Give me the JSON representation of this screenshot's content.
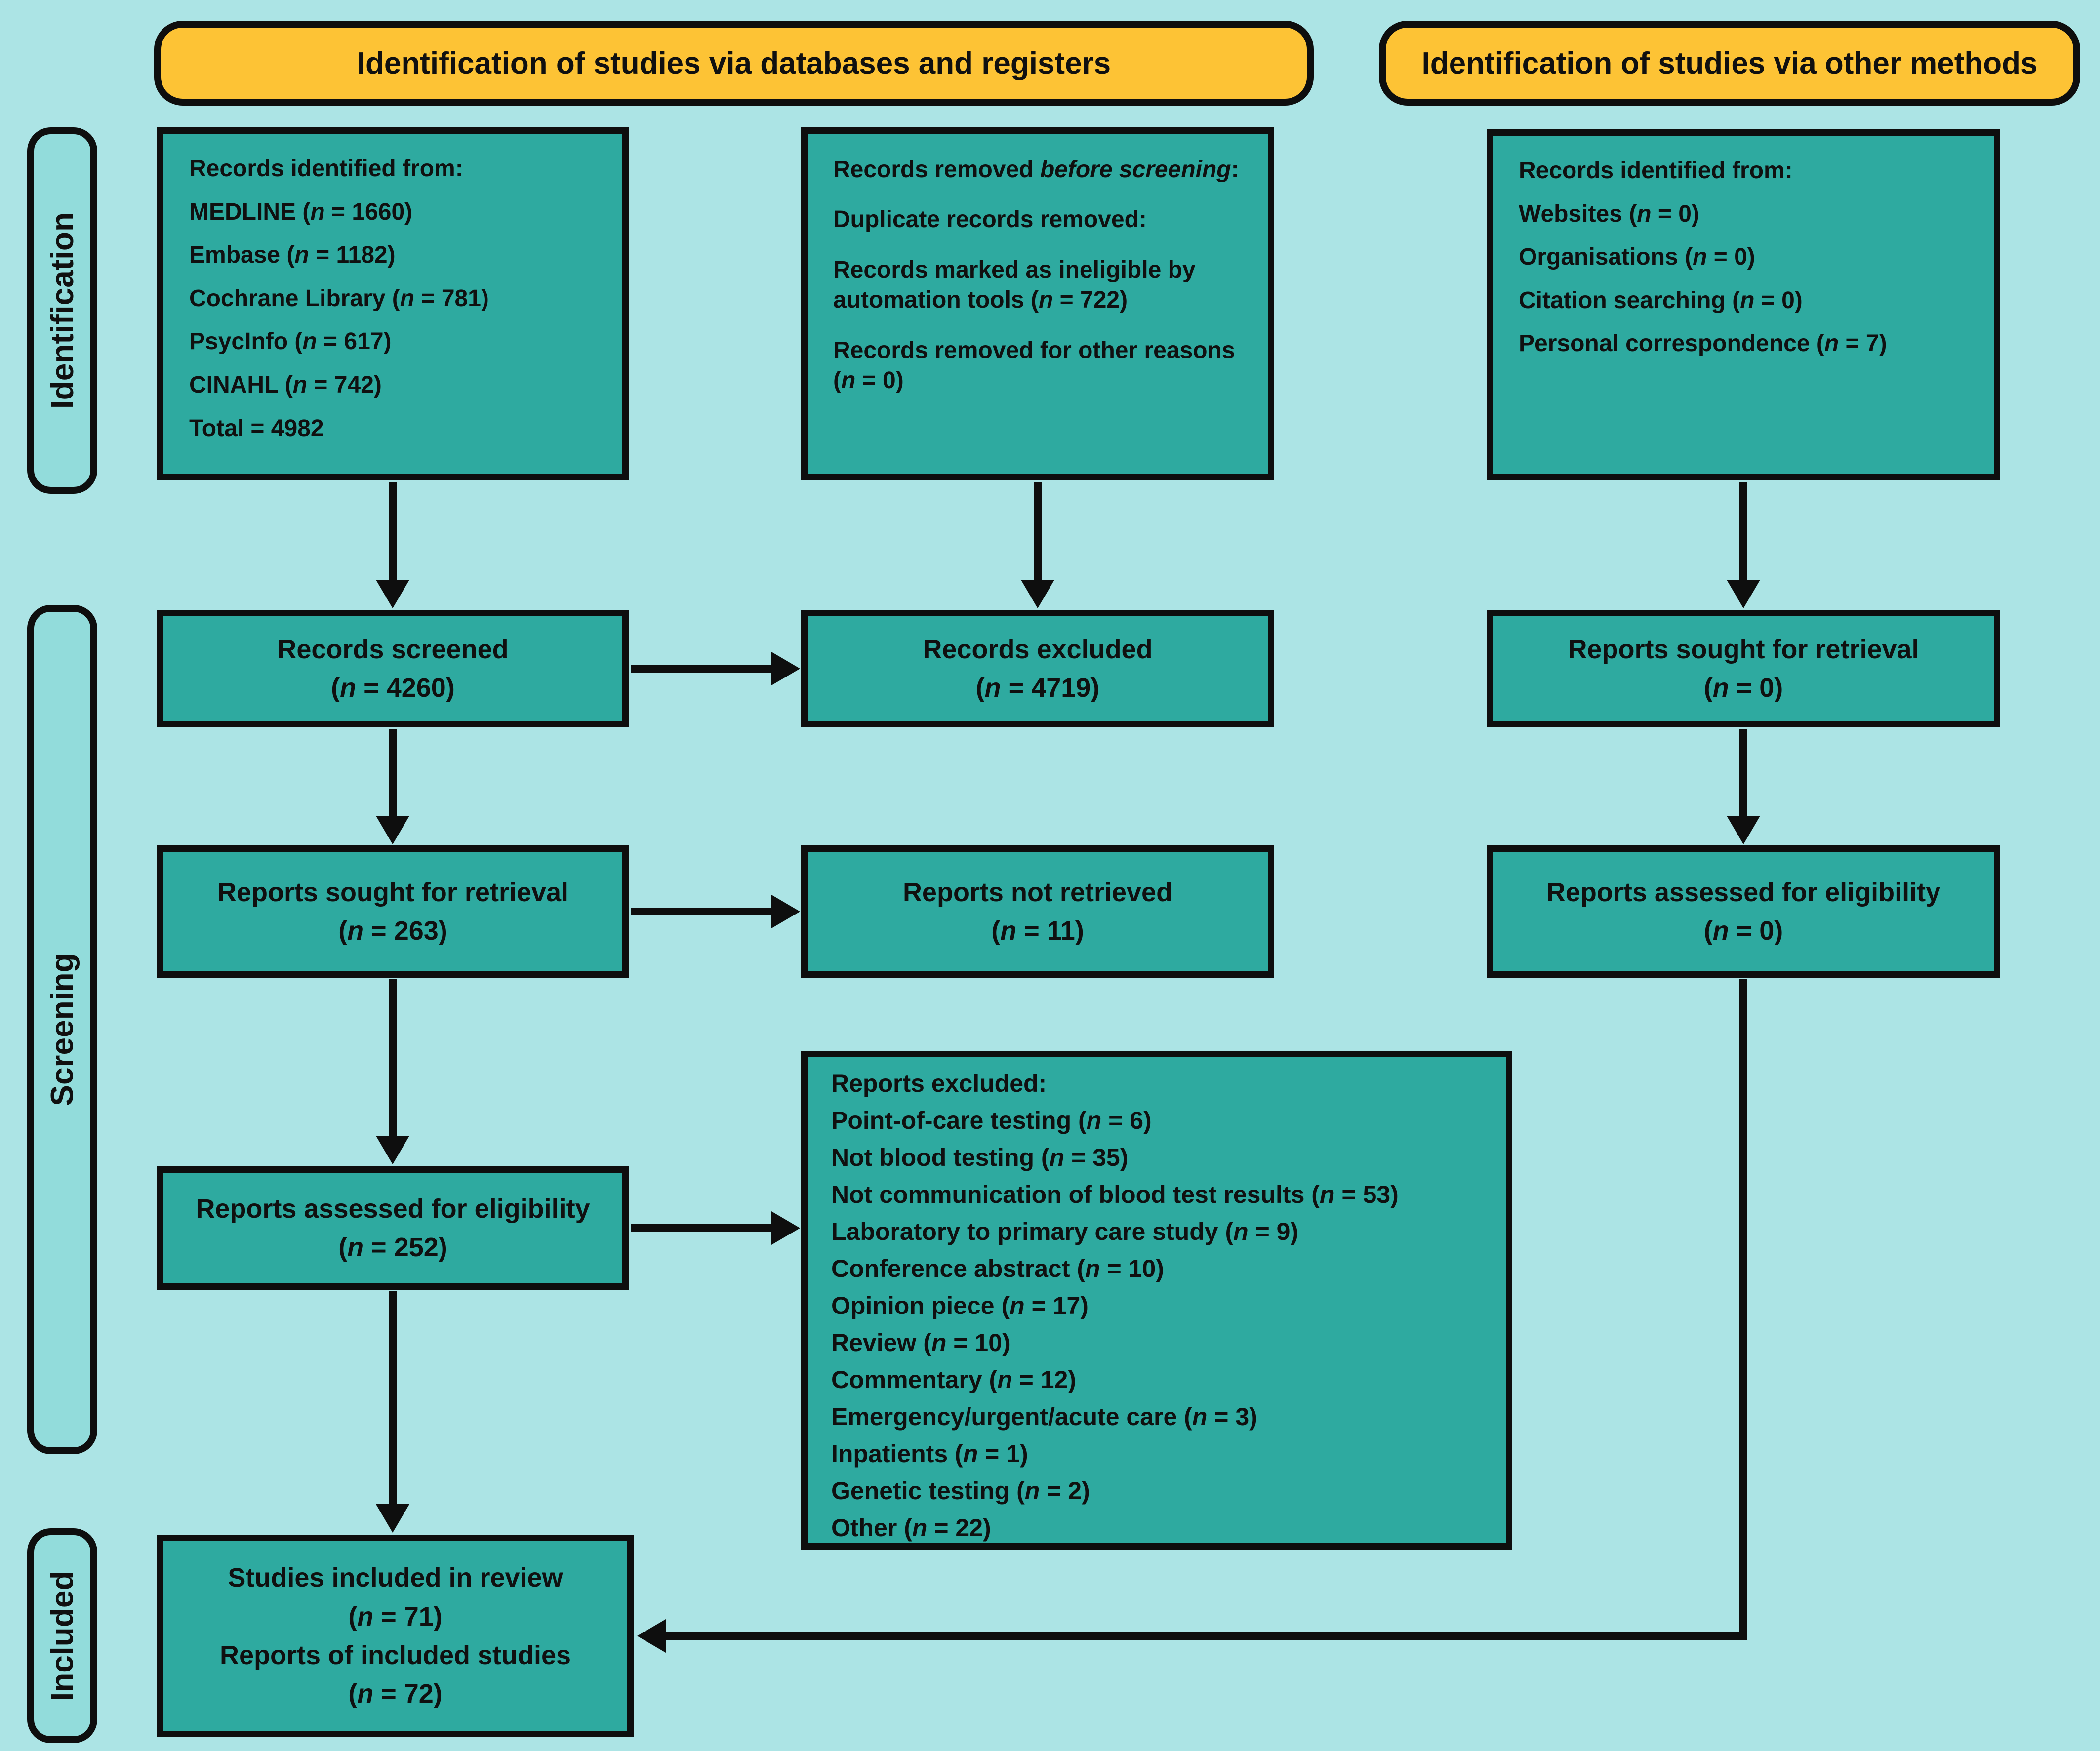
{
  "colors": {
    "background": "#ace4e5",
    "box_fill": "#2eaaa0",
    "header_fill": "#fdc335",
    "side_label_fill": "#92dcdb",
    "border": "#0e0e0e"
  },
  "headers": {
    "databases": "Identification of studies via databases and registers",
    "other": "Identification of studies via other methods"
  },
  "side_labels": {
    "identification": "Identification",
    "screening": "Screening",
    "included": "Included"
  },
  "boxes": {
    "records_identified_db": {
      "lines": [
        "Records identified from:",
        "MEDLINE (n = 1660)",
        "Embase (n = 1182)",
        "Cochrane Library (n = 781)",
        "PsycInfo (n = 617)",
        "CINAHL (n = 742)",
        "Total = 4982"
      ]
    },
    "records_removed": {
      "lines": [
        "Records removed before screening:",
        "Duplicate records removed:",
        "Records marked as ineligible by automation tools (n = 722)",
        "Records removed for other reasons (n = 0)"
      ]
    },
    "records_identified_other": {
      "lines": [
        "Records identified from:",
        "Websites (n = 0)",
        "Organisations (n = 0)",
        "Citation searching (n = 0)",
        "Personal correspondence (n = 7)"
      ]
    },
    "records_screened": {
      "lines": [
        "Records screened",
        "(n = 4260)"
      ]
    },
    "records_excluded": {
      "lines": [
        "Records excluded",
        "(n = 4719)"
      ]
    },
    "reports_sought_other": {
      "lines": [
        "Reports sought for retrieval",
        "(n = 0)"
      ]
    },
    "reports_sought_db": {
      "lines": [
        "Reports sought for retrieval",
        "(n = 263)"
      ]
    },
    "reports_not_retrieved": {
      "lines": [
        "Reports not retrieved",
        "(n = 11)"
      ]
    },
    "reports_assessed_other": {
      "lines": [
        "Reports assessed for eligibility",
        "(n = 0)"
      ]
    },
    "reports_assessed_db": {
      "lines": [
        "Reports assessed for eligibility",
        "(n = 252)"
      ]
    },
    "reports_excluded_reasons": {
      "lines": [
        "Reports excluded:",
        "Point-of-care testing (n = 6)",
        "Not blood testing (n = 35)",
        "Not communication of blood test results (n = 53)",
        "Laboratory to primary care study (n = 9)",
        "Conference abstract (n = 10)",
        "Opinion piece (n = 17)",
        "Review (n = 10)",
        "Commentary (n = 12)",
        "Emergency/urgent/acute care (n = 3)",
        "Inpatients (n = 1)",
        "Genetic testing (n = 2)",
        "Other (n = 22)"
      ]
    },
    "included_studies": {
      "lines": [
        "Studies included in review",
        "(n = 71)",
        "Reports of included studies",
        "(n = 72)"
      ]
    }
  }
}
